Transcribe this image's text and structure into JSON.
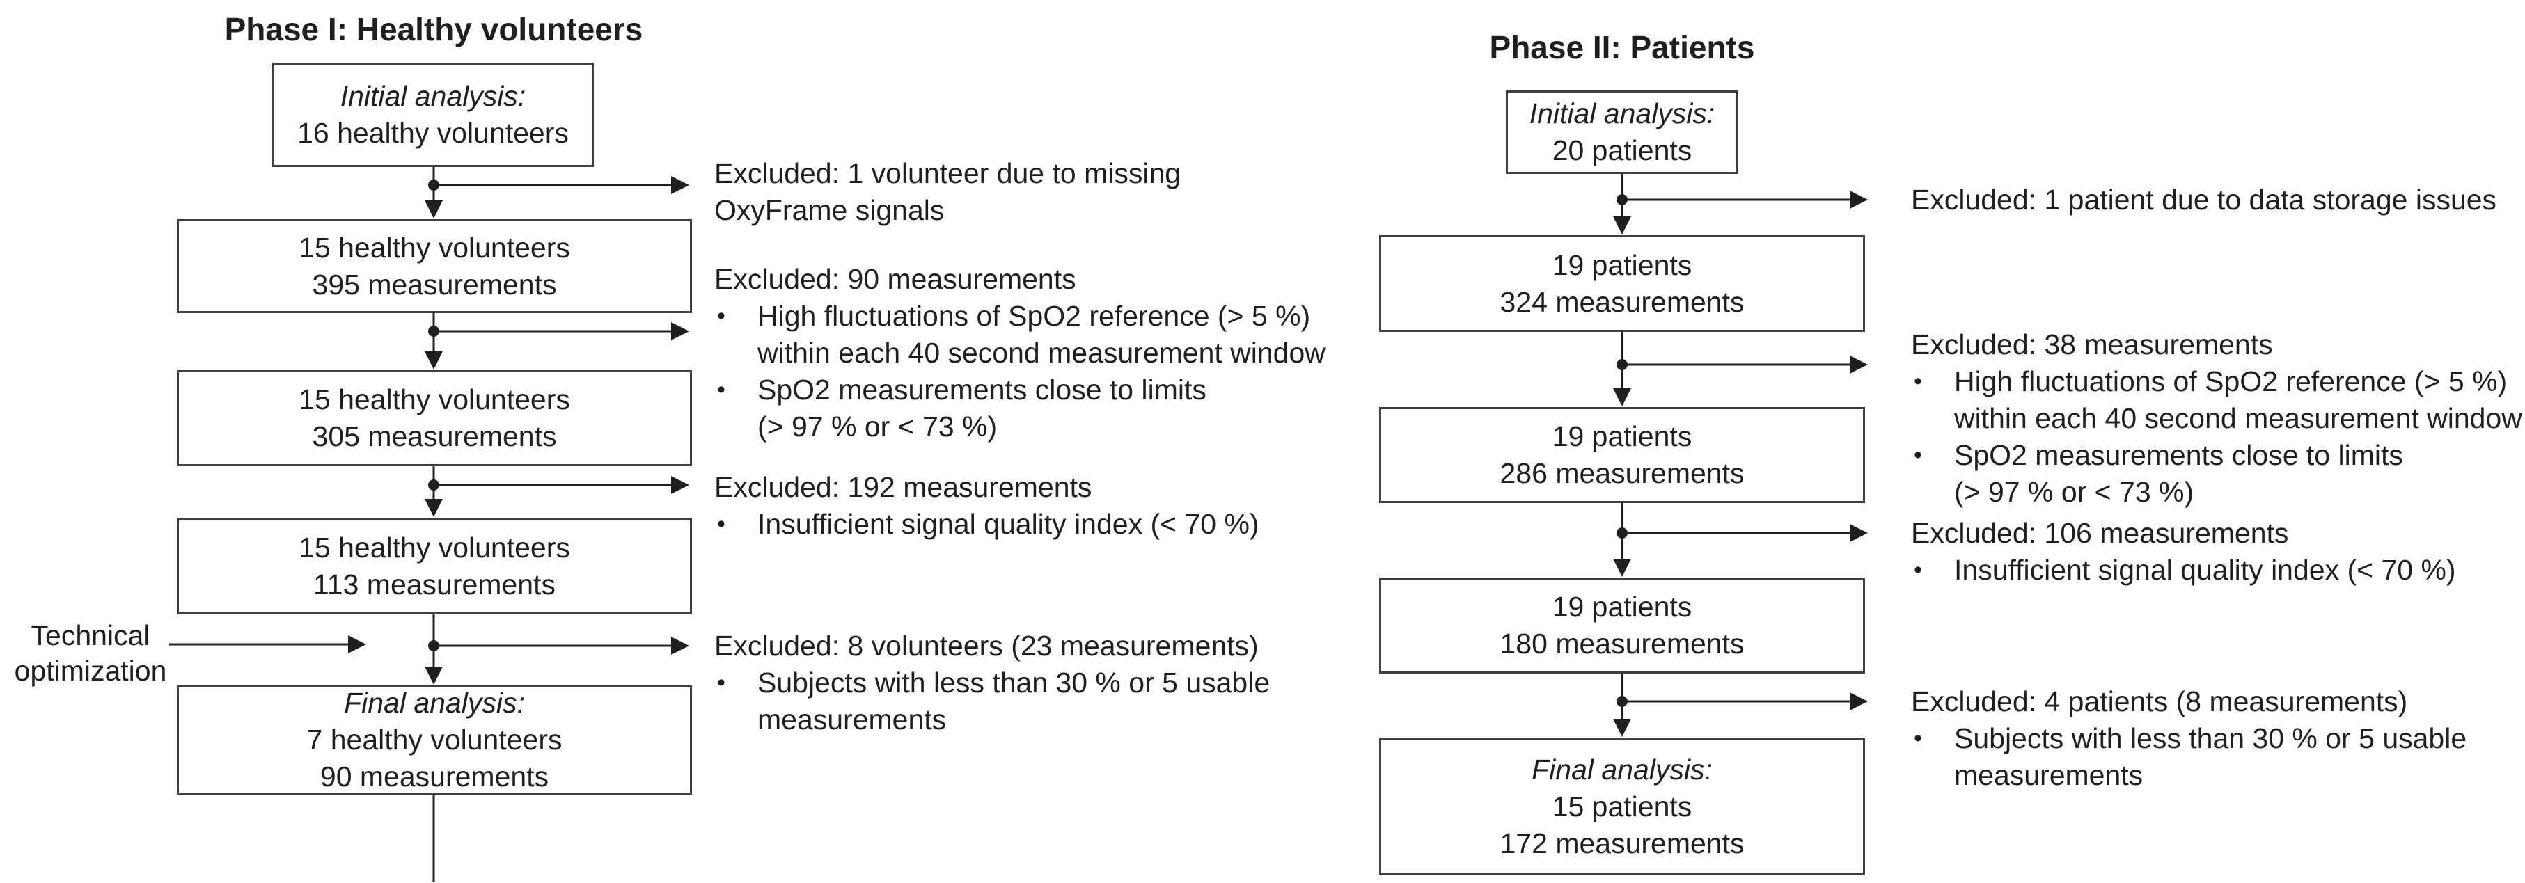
{
  "figure": {
    "type": "flow-diagram",
    "description": "Two-arm study flow chart with exclusions"
  },
  "colors": {
    "background": "#ffffff",
    "text": "#1f1f1f",
    "box_border": "#404040",
    "line": "#1f1f1f"
  },
  "phase1": {
    "title": "Phase I: Healthy volunteers",
    "boxes": [
      {
        "lines": [
          "Initial analysis:",
          "16 healthy volunteers"
        ]
      },
      {
        "lines": [
          "15 healthy volunteers",
          "395 measurements"
        ]
      },
      {
        "lines": [
          "15 healthy volunteers",
          "305 measurements"
        ]
      },
      {
        "lines": [
          "15 healthy volunteers",
          "113 measurements"
        ]
      },
      {
        "lines": [
          "Final analysis:",
          "7 healthy volunteers",
          "90 measurements"
        ]
      }
    ],
    "side_label": {
      "lines": [
        "Technical",
        "optimization"
      ]
    },
    "exclusions": [
      {
        "heading_lines": [
          "Excluded: 1 volunteer due to missing",
          "OxyFrame signals"
        ],
        "bullets": []
      },
      {
        "heading_lines": [
          "Excluded: 90 measurements"
        ],
        "bullets": [
          [
            "High fluctuations of SpO2 reference (> 5 %)",
            "within each 40 second measurement window"
          ],
          [
            "SpO2 measurements close to limits",
            "(> 97 % or < 73 %)"
          ]
        ]
      },
      {
        "heading_lines": [
          "Excluded: 192 measurements"
        ],
        "bullets": [
          [
            "Insufficient signal quality index (< 70 %)"
          ]
        ]
      },
      {
        "heading_lines": [
          "Excluded: 8 volunteers (23 measurements)"
        ],
        "bullets": [
          [
            "Subjects with less than 30 % or 5 usable",
            "measurements"
          ]
        ]
      }
    ]
  },
  "phase2": {
    "title": "Phase II: Patients",
    "boxes": [
      {
        "lines": [
          "Initial analysis:",
          "20 patients"
        ]
      },
      {
        "lines": [
          "19 patients",
          "324 measurements"
        ]
      },
      {
        "lines": [
          "19 patients",
          "286 measurements"
        ]
      },
      {
        "lines": [
          "19 patients",
          "180 measurements"
        ]
      },
      {
        "lines": [
          "Final analysis:",
          "15 patients",
          "172 measurements"
        ]
      }
    ],
    "exclusions": [
      {
        "heading_lines": [
          "Excluded: 1 patient due to data storage issues"
        ],
        "bullets": []
      },
      {
        "heading_lines": [
          "Excluded: 38 measurements"
        ],
        "bullets": [
          [
            "High fluctuations of SpO2 reference (> 5 %)",
            "within each 40 second measurement window"
          ],
          [
            "SpO2 measurements close to limits",
            "(> 97 % or < 73 %)"
          ]
        ]
      },
      {
        "heading_lines": [
          "Excluded: 106 measurements"
        ],
        "bullets": [
          [
            "Insufficient signal quality index (< 70 %)"
          ]
        ]
      },
      {
        "heading_lines": [
          "Excluded: 4 patients (8 measurements)"
        ],
        "bullets": [
          [
            "Subjects with less than 30 % or 5 usable",
            "measurements"
          ]
        ]
      }
    ]
  }
}
